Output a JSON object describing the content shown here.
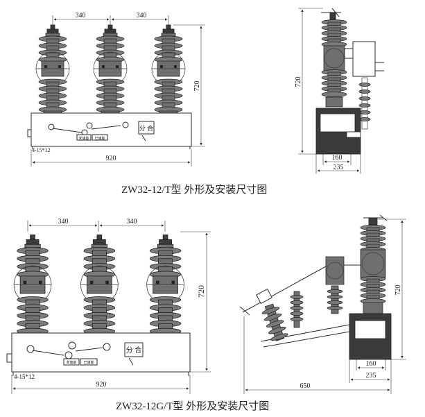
{
  "figure_top": {
    "caption": "ZW32-12/T型 外形及安装尺寸图",
    "dims": {
      "pitch_left": "340",
      "pitch_right": "340",
      "height_front": "720",
      "height_side": "720",
      "hole": "4-15*12",
      "width_total": "920",
      "depth_inner": "160",
      "depth_outer": "235"
    },
    "panel_labels": {
      "switch": "分 合",
      "store_left": "未储能",
      "store_right": "已储能"
    }
  },
  "figure_bottom": {
    "caption": "ZW32-12G/T型 外形及安装尺寸图",
    "dims": {
      "pitch_left": "340",
      "pitch_right": "340",
      "height_front": "720",
      "height_side": "720",
      "hole": "4-15*12",
      "width_total": "920",
      "depth_inner": "160",
      "depth_outer": "235",
      "span_side": "650"
    },
    "panel_labels": {
      "switch": "分 合",
      "store_left": "未储能",
      "store_right": "已储能"
    }
  },
  "colors": {
    "line": "#2a2a2a",
    "insulator": "#6f6f6f",
    "background": "#ffffff"
  }
}
